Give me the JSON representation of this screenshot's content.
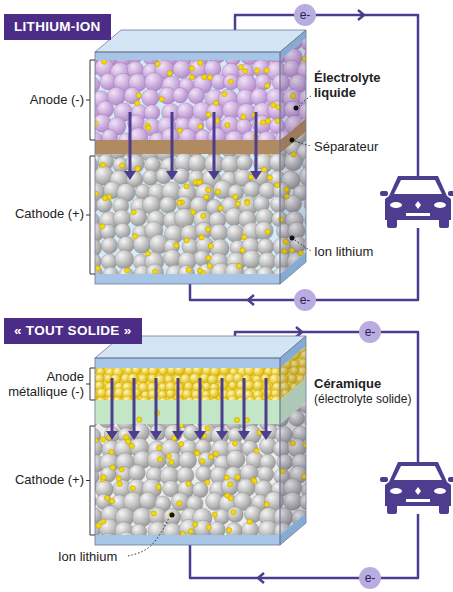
{
  "diagram": {
    "nodes": [
      {
        "text": [
          "LITHIUM-ION"
        ]
      },
      {
        "text": [
          "e-"
        ]
      },
      {
        "text": [
          "e-"
        ]
      },
      {
        "text": [
          "« TOUT SOLIDE »"
        ]
      },
      {
        "text": [
          "e-"
        ]
      },
      {
        "text": [
          "e-"
        ]
      }
    ],
    "labels": [
      "Anode (-)",
      "Électrolyte liquide",
      "Séparateur",
      "Cathode (+)",
      "Ion lithium",
      "Anode métallique (-)",
      "Céramique",
      "(électrolyte solide)",
      "Cathode (+)",
      "Ion lithium"
    ]
  }
}
